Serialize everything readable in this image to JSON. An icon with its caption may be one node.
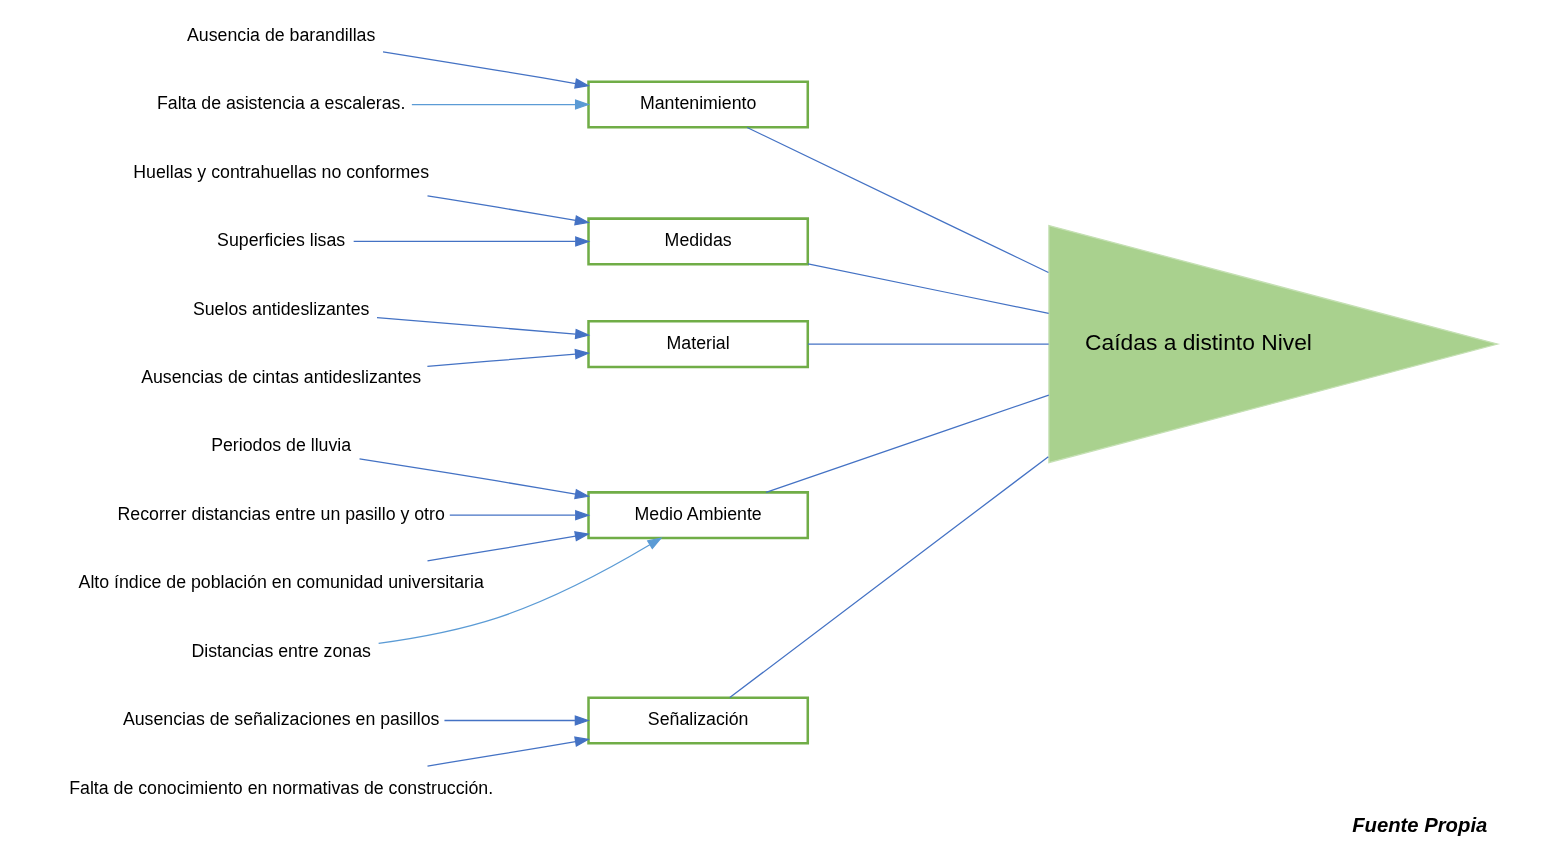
{
  "diagram": {
    "caption": "Fuente Propia",
    "nodes": [
      {
        "text": [
          "Señalización"
        ]
      },
      {
        "text": [
          "Mantenimiento"
        ]
      },
      {
        "text": [
          "Medidas"
        ]
      },
      {
        "text": [
          "Caídas a distinto Nivel"
        ]
      },
      {
        "text": [
          "Material"
        ]
      },
      {
        "text": [
          "Medio Ambiente"
        ]
      },
      {
        "text": [
          "Ausencias de señalizaciones en pasillos"
        ]
      },
      {
        "text": [
          "Falta de conocimiento en normativas de construcción."
        ]
      },
      {
        "text": [
          "Ausencia de barandillas"
        ]
      },
      {
        "text": [
          "Falta de asistencia a escaleras."
        ]
      },
      {
        "text": [
          "Huellas y contrahuellas no conformes"
        ]
      },
      {
        "text": [
          "Superficies lisas"
        ]
      },
      {
        "text": [
          "Suelos antideslizantes"
        ]
      },
      {
        "text": [
          "Ausencias de cintas antideslizantes"
        ]
      },
      {
        "text": [
          "Periodos de lluvia"
        ]
      },
      {
        "text": [
          "Recorrer distancias entre un pasillo y otro"
        ]
      },
      {
        "text": [
          "Alto índice de población en comunidad universitaria"
        ]
      },
      {
        "text": [
          "Distancias entre zonas"
        ]
      }
    ],
    "edges": [
      {
        "from": 0,
        "to": 3,
        "arrow": "none"
      },
      {
        "from": 1,
        "to": 3,
        "arrow": "none"
      },
      {
        "from": 2,
        "to": 3,
        "arrow": "none"
      },
      {
        "from": 4,
        "to": 3,
        "arrow": "none"
      },
      {
        "from": 5,
        "to": 3,
        "arrow": "none"
      },
      {
        "from": 6,
        "to": 0,
        "arrow": "to"
      },
      {
        "from": 7,
        "to": 0,
        "arrow": "to"
      },
      {
        "from": 8,
        "to": 1,
        "arrow": "to"
      },
      {
        "from": 9,
        "to": 1,
        "arrow": "to",
        "color": "#5b9bd5"
      },
      {
        "from": 10,
        "to": 2,
        "arrow": "to"
      },
      {
        "from": 11,
        "to": 2,
        "arrow": "to"
      },
      {
        "from": 12,
        "to": 4,
        "arrow": "to"
      },
      {
        "from": 13,
        "to": 4,
        "arrow": "to"
      },
      {
        "from": 14,
        "to": 5,
        "arrow": "to"
      },
      {
        "from": 15,
        "to": 5,
        "arrow": "to"
      },
      {
        "from": 16,
        "to": 5,
        "arrow": "to"
      },
      {
        "from": 17,
        "to": 5,
        "arrow": "to",
        "color": "#5b9bd5"
      }
    ]
  }
}
